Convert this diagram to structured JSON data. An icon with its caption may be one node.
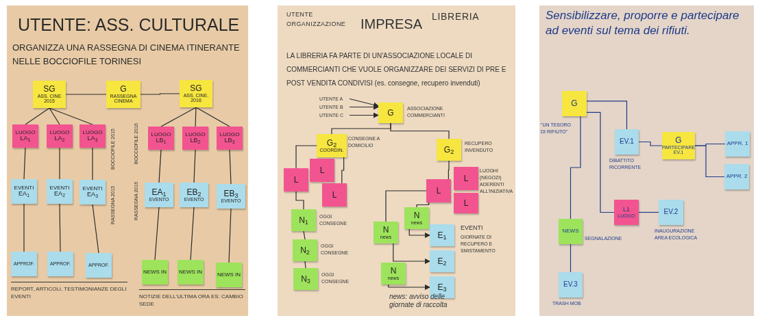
{
  "diagram": {
    "nodes": [
      {
        "text": [
          "UTENTE: ASS. CULTURALE",
          "ORGANIZZA UNA RASSEGNA DI CINEMA ITINERANTE NELLE BOCCIOFILE TORINESI"
        ]
      },
      {
        "text": [
          "SG",
          "ASS. CINE 2015"
        ],
        "in": 0
      },
      {
        "text": [
          "G",
          "RASSEGNA CINEMA"
        ],
        "in": 0
      },
      {
        "text": [
          "SG",
          "ASS. CINE. 2016"
        ],
        "in": 0
      },
      {
        "text": [
          "LUOGO",
          "LA$_{1}$"
        ],
        "in": 0
      },
      {
        "text": [
          "LUOGO",
          "LA$_{2}$"
        ],
        "in": 0
      },
      {
        "text": [
          "LUOGO",
          "LA$_{3}$"
        ],
        "in": 0
      },
      {
        "text": [
          "LUOGO",
          "LB$_{1}$"
        ],
        "in": 0
      },
      {
        "text": [
          "LUOGO",
          "LB$_{2}$"
        ],
        "in": 0
      },
      {
        "text": [
          "LUOGO",
          "LB$_{3}$"
        ],
        "in": 0
      },
      {
        "text": [
          "EVENTI",
          "EA$_{1}$"
        ],
        "in": 0
      },
      {
        "text": [
          "EVENTI",
          "EA$_{2}$"
        ],
        "in": 0
      },
      {
        "text": [
          "EVENTI",
          "EA$_{3}$"
        ],
        "in": 0
      },
      {
        "text": [
          "EA$_{1}$",
          "EVENTO"
        ],
        "in": 0
      },
      {
        "text": [
          "EB$_{2}$",
          "EVENTO"
        ],
        "in": 0
      },
      {
        "text": [
          "EB$_{3}$",
          "EVENTO"
        ],
        "in": 0
      },
      {
        "text": [
          "APPROF."
        ],
        "in": 0
      },
      {
        "text": [
          "APPROF."
        ],
        "in": 0
      },
      {
        "text": [
          "APPROF."
        ],
        "in": 0
      },
      {
        "text": [
          "NEWS IN"
        ],
        "in": 0
      },
      {
        "text": [
          "NEWS IN"
        ],
        "in": 0
      },
      {
        "text": [
          "NEWS IN"
        ],
        "in": 0
      },
      {
        "text": [
          "UTENTE ORGANIZZAZIONE",
          "IMPRESA",
          "LIBRERIA",
          "LA LIBRERIA FA PARTE DI UN'ASSOCIAZIONE LOCALE DI COMMERCIANTI CHE VUOLE ORGANIZZARE DEI SERVIZI DI PRE E POST VENDITA CONDIVISI (es. consegne, recupero invenduti)"
        ]
      },
      {
        "text": [
          "UTENTE A"
        ],
        "in": 22
      },
      {
        "text": [
          "UTENTE B"
        ],
        "in": 22
      },
      {
        "text": [
          "UTENTE C"
        ],
        "in": 22
      },
      {
        "text": [
          "G"
        ],
        "in": 22,
        "beside": [
          "ASSOCIAZIONE COMMERCIANTI"
        ]
      },
      {
        "text": [
          "G$_{2}$",
          "COORDIN."
        ],
        "in": 22,
        "beside": [
          "CONSEGNE A DOMICILIO"
        ]
      },
      {
        "text": [
          "G$_{2}$"
        ],
        "in": 22,
        "beside": [
          "RECUPERO INVENDUTO"
        ]
      },
      {
        "text": [
          "L"
        ],
        "in": 22
      },
      {
        "text": [
          "L"
        ],
        "in": 22
      },
      {
        "text": [
          "L"
        ],
        "in": 22
      },
      {
        "text": [
          "L"
        ],
        "in": 22,
        "beside": [
          "LUOGHI (NEGOZI) ADERENTI ALL'INIZIATIVA"
        ]
      },
      {
        "text": [
          "L"
        ],
        "in": 22
      },
      {
        "text": [
          "L"
        ],
        "in": 22
      },
      {
        "text": [
          "N$_{1}$"
        ],
        "in": 22,
        "beside": [
          "OGGI CONSEGNE"
        ]
      },
      {
        "text": [
          "N$_{2}$"
        ],
        "in": 22,
        "beside": [
          "OGGI CONSEGNE"
        ]
      },
      {
        "text": [
          "N$_{3}$"
        ],
        "in": 22,
        "beside": [
          "OGGI CONSEGNE"
        ]
      },
      {
        "text": [
          "N",
          "news"
        ],
        "in": 22
      },
      {
        "text": [
          "N",
          "news"
        ],
        "in": 22
      },
      {
        "text": [
          "E$_{1}$"
        ],
        "in": 22,
        "beside": [
          "EVENTI",
          "GIORNATE DI RECUPERO E SMISTAMENTO"
        ]
      },
      {
        "text": [
          "E$_{2}$"
        ],
        "in": 22
      },
      {
        "text": [
          "N",
          "news"
        ],
        "in": 22
      },
      {
        "text": [
          "E$_{3}$"
        ],
        "in": 22
      },
      {
        "text": [
          "Sensibilizzare, proporre e partecipare ad eventi sul tema dei rifiuti."
        ]
      },
      {
        "text": [
          "G"
        ],
        "in": 44,
        "beside": [
          "\"UN TESORO DI RIFIUTO\""
        ]
      },
      {
        "text": [
          "EV.1"
        ],
        "in": 44,
        "beside": [
          "DIBATTITO RICORRENTE"
        ]
      },
      {
        "text": [
          "G",
          "PARTECIPARE EV.1"
        ],
        "in": 44
      },
      {
        "text": [
          "APPR. 1"
        ],
        "in": 44
      },
      {
        "text": [
          "APPR. 2"
        ],
        "in": 44
      },
      {
        "text": [
          "L1",
          "LUOGO"
        ],
        "in": 44
      },
      {
        "text": [
          "EV.2"
        ],
        "in": 44,
        "beside": [
          "INAUGURAZIONE AREA ECOLOGICA"
        ]
      },
      {
        "text": [
          "NEWS"
        ],
        "in": 44,
        "beside": [
          "SEGNALAZIONE"
        ]
      },
      {
        "text": [
          "EV.3"
        ],
        "in": 44,
        "beside": [
          "TRASH MOB"
        ]
      }
    ],
    "edges": [
      {
        "from": 2,
        "to": 1,
        "arrow": "none"
      },
      {
        "from": 2,
        "to": 3,
        "arrow": "none"
      },
      {
        "from": 1,
        "to": 4,
        "arrow": "none"
      },
      {
        "from": 1,
        "to": 5,
        "arrow": "none"
      },
      {
        "from": 1,
        "to": 6,
        "arrow": "none"
      },
      {
        "from": 3,
        "to": 7,
        "arrow": "none"
      },
      {
        "from": 3,
        "to": 8,
        "arrow": "none"
      },
      {
        "from": 3,
        "to": 9,
        "arrow": "none"
      },
      {
        "from": 4,
        "to": 10,
        "arrow": "none"
      },
      {
        "from": 5,
        "to": 11,
        "arrow": "none"
      },
      {
        "from": 6,
        "to": 12,
        "arrow": "none"
      },
      {
        "from": 7,
        "to": 13,
        "arrow": "none"
      },
      {
        "from": 8,
        "to": 14,
        "arrow": "none"
      },
      {
        "from": 9,
        "to": 15,
        "arrow": "none"
      },
      {
        "from": 10,
        "to": 16,
        "arrow": "none"
      },
      {
        "from": 11,
        "to": 17,
        "arrow": "none"
      },
      {
        "from": 12,
        "to": 18,
        "arrow": "none"
      },
      {
        "from": 13,
        "to": 19,
        "arrow": "none"
      },
      {
        "from": 14,
        "to": 20,
        "arrow": "none"
      },
      {
        "from": 15,
        "to": 21,
        "arrow": "none"
      },
      {
        "from": 23,
        "to": 26,
        "arrow": "to"
      },
      {
        "from": 24,
        "to": 26,
        "arrow": "to"
      },
      {
        "from": 25,
        "to": 26,
        "arrow": "to"
      },
      {
        "from": 26,
        "to": 27,
        "arrow": "none"
      },
      {
        "from": 26,
        "to": 28,
        "arrow": "none"
      },
      {
        "from": 27,
        "to": 29,
        "arrow": "none"
      },
      {
        "from": 27,
        "to": 31,
        "arrow": "none"
      },
      {
        "from": 28,
        "to": 33,
        "arrow": "none"
      },
      {
        "from": 29,
        "to": 35,
        "arrow": "none"
      },
      {
        "from": 35,
        "to": 36,
        "arrow": "none"
      },
      {
        "from": 36,
        "to": 37,
        "arrow": "none"
      },
      {
        "from": 33,
        "to": 38,
        "arrow": "none"
      },
      {
        "from": 33,
        "to": 39,
        "arrow": "none"
      },
      {
        "from": 38,
        "to": 40,
        "arrow": "to"
      },
      {
        "from": 39,
        "to": 41,
        "arrow": "to"
      },
      {
        "from": 42,
        "to": 43,
        "arrow": "to"
      },
      {
        "from": 45,
        "to": 46,
        "arrow": "none",
        "color": "#1e3a8a"
      },
      {
        "from": 45,
        "to": 50,
        "arrow": "none",
        "color": "#1e3a8a"
      },
      {
        "from": 45,
        "to": 52,
        "arrow": "none",
        "color": "#1e3a8a"
      },
      {
        "from": 46,
        "to": 47,
        "arrow": "none",
        "color": "#1e3a8a"
      },
      {
        "from": 47,
        "to": 48,
        "arrow": "none",
        "color": "#1e3a8a"
      },
      {
        "from": 47,
        "to": 49,
        "arrow": "none",
        "color": "#1e3a8a"
      },
      {
        "from": 50,
        "to": 51,
        "arrow": "none",
        "color": "#1e3a8a"
      },
      {
        "from": 52,
        "to": 53,
        "arrow": "none",
        "color": "#1e3a8a"
      }
    ],
    "labels": [
      "BOCCIOFILE 2015",
      "RASSEGNA 2015",
      "BOCCIOFILE 2016",
      "RASSEGNA 2016",
      "REPORT, ARTICOLI, TESTIMONIANZE DEGLI EVENTI",
      "NOTIZIE DELL'ULTIMA ORA ES: CAMBIO SEDE",
      "news: avviso delle giornate di raccolta"
    ]
  }
}
